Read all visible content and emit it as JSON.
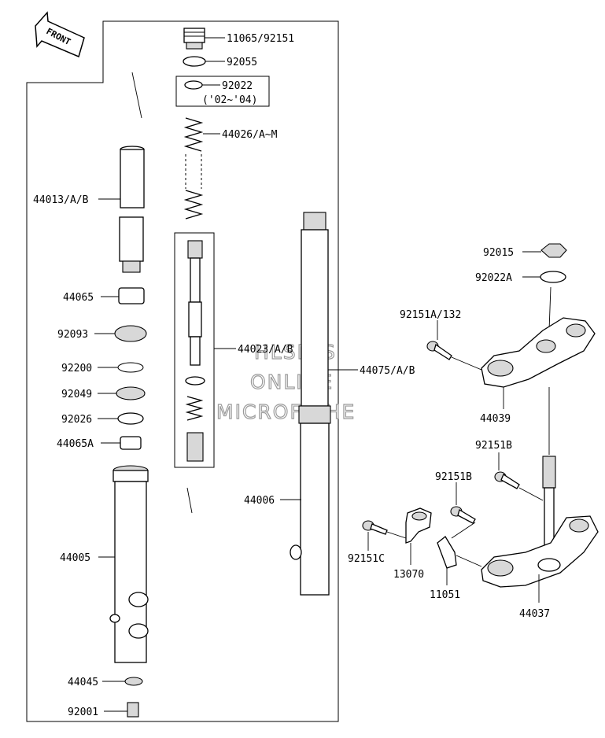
{
  "front_label": "FRONT",
  "watermark": {
    "line1": "HLSM'S",
    "line2": "ONLINE",
    "line3": "MICROFICHE"
  },
  "callouts": {
    "p11065": "11065/92151",
    "p92055": "92055",
    "p92022": "92022",
    "p92022_years": "('02~'04)",
    "p44026": "44026/A~M",
    "p44013": "44013/A/B",
    "p44065": "44065",
    "p92093": "92093",
    "p92200": "92200",
    "p92049": "92049",
    "p92026": "92026",
    "p44065A": "44065A",
    "p44023": "44023/A/B",
    "p44075": "44075/A/B",
    "p44005": "44005",
    "p44006": "44006",
    "p44045": "44045",
    "p92001": "92001",
    "p92015": "92015",
    "p92022A": "92022A",
    "p92151A": "92151A/132",
    "p44039": "44039",
    "p92151B_1": "92151B",
    "p92151B_2": "92151B",
    "p92151C": "92151C",
    "p13070": "13070",
    "p11051": "11051",
    "p44037": "44037"
  }
}
